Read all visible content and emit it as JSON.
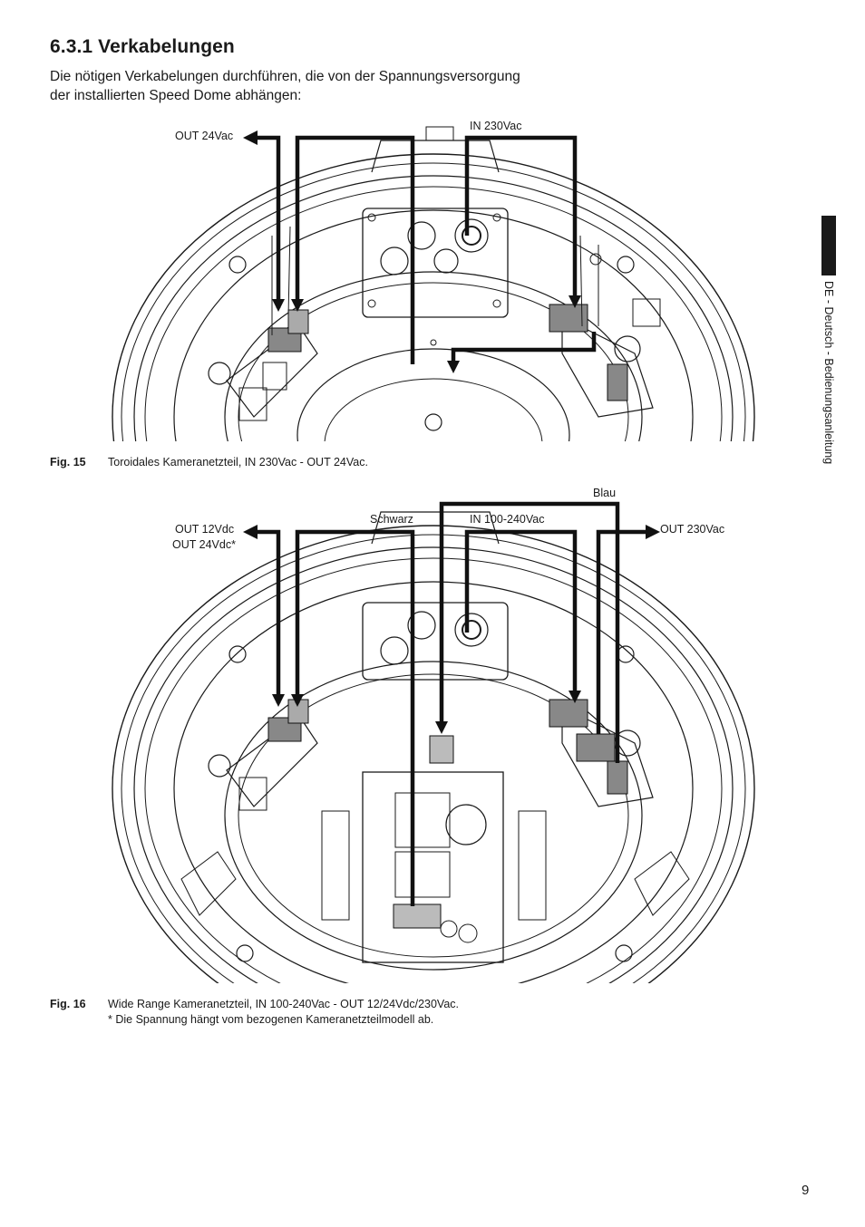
{
  "section": {
    "heading": "6.3.1 Verkabelungen",
    "intro_line1": "Die nötigen Verkabelungen durchführen, die von der Spannungsversorgung",
    "intro_line2": "der installierten Speed Dome abhängen:"
  },
  "fig15": {
    "labels": {
      "out": "OUT 24Vac",
      "in": "IN 230Vac"
    },
    "caption_num": "Fig. 15",
    "caption_text": "Toroidales Kameranetzteil, IN 230Vac - OUT 24Vac."
  },
  "fig16": {
    "labels": {
      "out_dc_1": "OUT 12Vdc",
      "out_dc_2": "OUT 24Vdc*",
      "schwarz": "Schwarz",
      "blau": "Blau",
      "in": "IN 100-240Vac",
      "out_ac": "OUT 230Vac"
    },
    "caption_num": "Fig. 16",
    "caption_text": "Wide Range Kameranetzteil, IN 100-240Vac - OUT 12/24Vdc/230Vac.",
    "caption_note": "* Die Spannung hängt vom bezogenen Kameranetzteilmodell ab."
  },
  "sidebar_text": "DE - Deutsch - Bedienungsanleitung",
  "page_number": "9"
}
